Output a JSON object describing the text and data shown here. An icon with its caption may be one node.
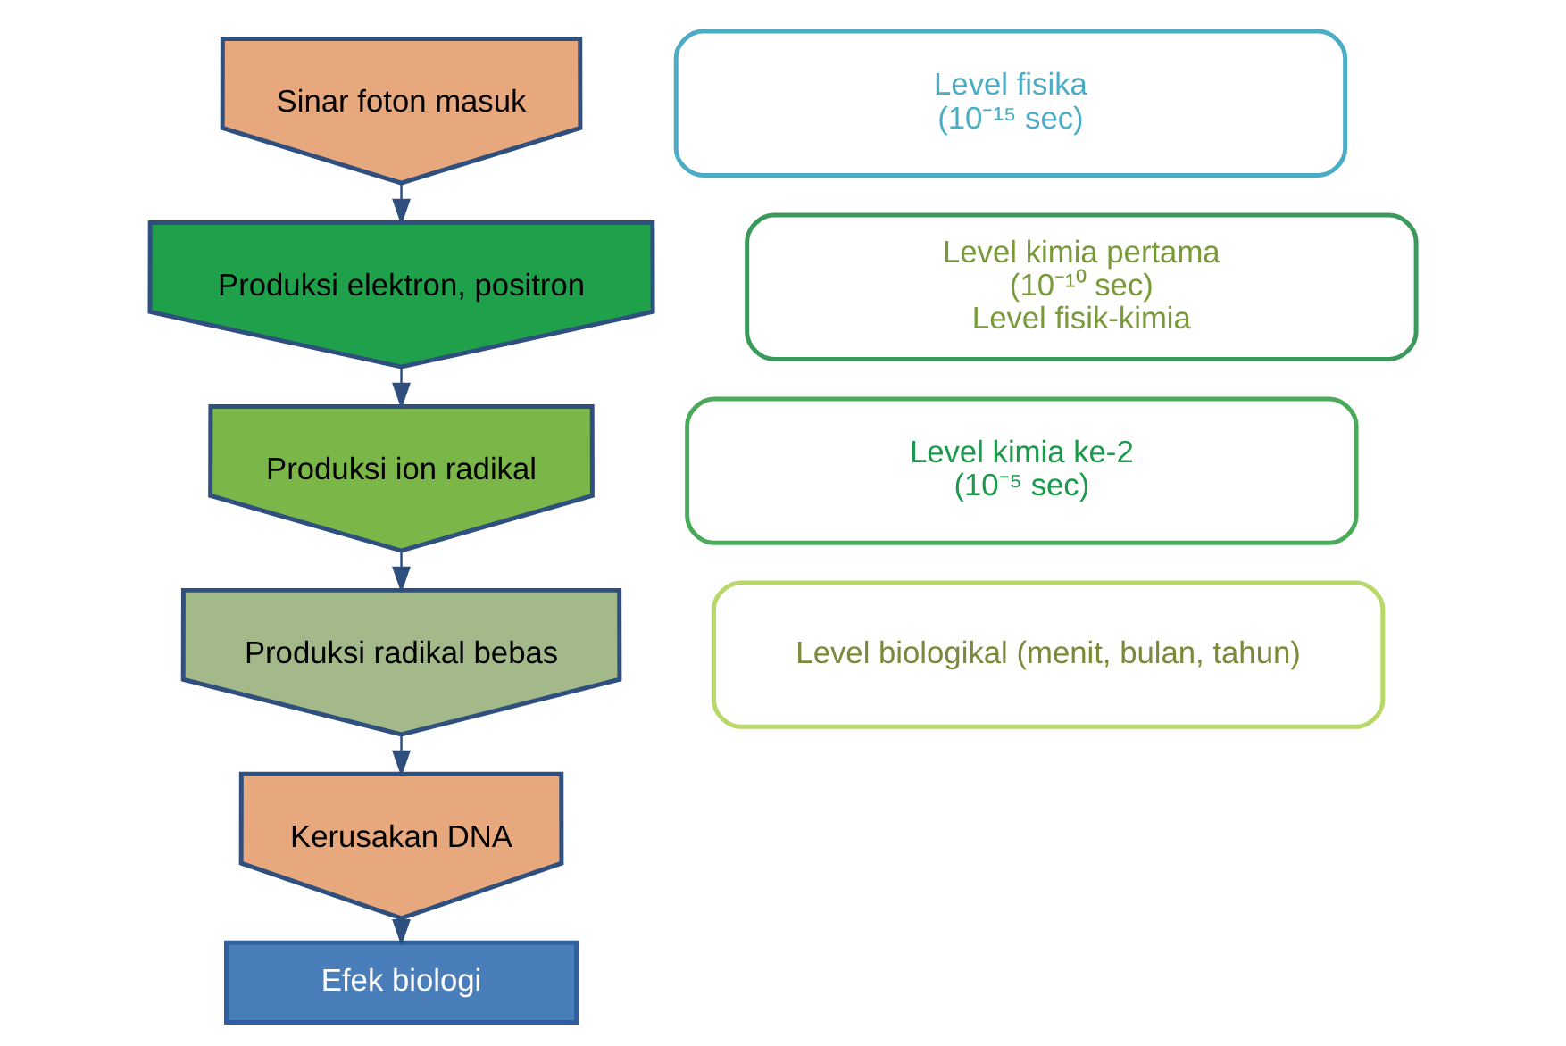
{
  "diagram": {
    "nodes": [
      {
        "text": [
          "Sinar foton masuk"
        ]
      },
      {
        "text": [
          "Produksi elektron, positron"
        ]
      },
      {
        "text": [
          "Produksi ion radikal"
        ]
      },
      {
        "text": [
          "Produksi radikal bebas"
        ]
      },
      {
        "text": [
          "Kerusakan DNA"
        ]
      },
      {
        "text": [
          "Efek biologi"
        ]
      },
      {
        "text": [
          "Level fisika",
          "(10⁻¹⁵ sec)"
        ]
      },
      {
        "text": [
          "Level kimia pertama",
          "(10⁻¹⁰ sec)",
          "Level fisik-kimia"
        ]
      },
      {
        "text": [
          "Level kimia ke-2",
          "(10⁻⁵ sec)"
        ]
      },
      {
        "text": [
          "Level biologikal (menit, bulan, tahun)"
        ]
      }
    ],
    "edges": [
      {
        "from": 0,
        "to": 1,
        "arrow": "to"
      },
      {
        "from": 1,
        "to": 2,
        "arrow": "to"
      },
      {
        "from": 2,
        "to": 3,
        "arrow": "to"
      },
      {
        "from": 3,
        "to": 4,
        "arrow": "to"
      },
      {
        "from": 4,
        "to": 5,
        "arrow": "to"
      }
    ]
  }
}
